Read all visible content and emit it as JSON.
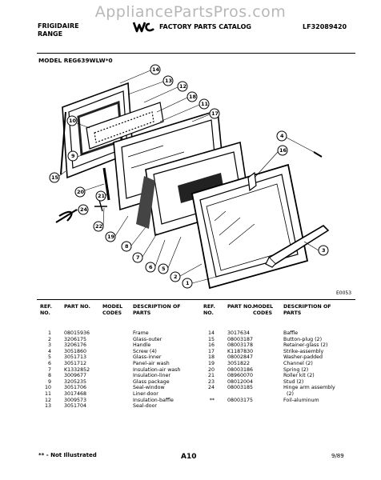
{
  "watermark": "AppliancePartsPros.com",
  "header": {
    "brand": "FRIGIDAIRE",
    "product": "RANGE",
    "catalog": "FACTORY PARTS CATALOG",
    "catalog_number": "LF32089420",
    "model": "MODEL REG639WLW*0"
  },
  "diagram": {
    "callouts": [
      "14",
      "13",
      "12",
      "18",
      "11",
      "17",
      "10",
      "9",
      "15",
      "20",
      "21",
      "24",
      "22",
      "19",
      "8",
      "7",
      "6",
      "5",
      "2",
      "1",
      "4",
      "16",
      "3"
    ],
    "drawing_code": "E0053"
  },
  "table": {
    "headers": {
      "ref": "REF. NO.",
      "part": "PART NO.",
      "model": "MODEL CODES",
      "desc": "DESCRIPTION OF PARTS"
    },
    "left": [
      {
        "ref": "1",
        "part": "08015936",
        "desc": "Frame"
      },
      {
        "ref": "2",
        "part": "3206175",
        "desc": "Glass-outer"
      },
      {
        "ref": "3",
        "part": "3206176",
        "desc": "Handle"
      },
      {
        "ref": "4",
        "part": "3051860",
        "desc": "Screw (4)"
      },
      {
        "ref": "5",
        "part": "3051713",
        "desc": "Glass-inner"
      },
      {
        "ref": "6",
        "part": "3051712",
        "desc": "Panel-air wash"
      },
      {
        "ref": "7",
        "part": "K1332852",
        "desc": "Insulation-air wash"
      },
      {
        "ref": "8",
        "part": "3009677",
        "desc": "Insulation-liner"
      },
      {
        "ref": "9",
        "part": "3205235",
        "desc": "Glass package"
      },
      {
        "ref": "10",
        "part": "3051706",
        "desc": "Seal-window"
      },
      {
        "ref": "11",
        "part": "3017468",
        "desc": "Liner-door"
      },
      {
        "ref": "12",
        "part": "3009573",
        "desc": "Insulation-baffle"
      },
      {
        "ref": "13",
        "part": "3051704",
        "desc": "Seal-door"
      }
    ],
    "right": [
      {
        "ref": "14",
        "part": "3017634",
        "desc": "Baffle"
      },
      {
        "ref": "15",
        "part": "08003187",
        "desc": "Button-plug (2)"
      },
      {
        "ref": "16",
        "part": "08003178",
        "desc": "Retainer-glass (2)"
      },
      {
        "ref": "17",
        "part": "K1187830",
        "desc": "Strike-assembly"
      },
      {
        "ref": "18",
        "part": "08002847",
        "desc": "Washer-padded"
      },
      {
        "ref": "19",
        "part": "3051822",
        "desc": "Channel (2)"
      },
      {
        "ref": "20",
        "part": "08003186",
        "desc": "Spring (2)"
      },
      {
        "ref": "21",
        "part": "08960070",
        "desc": "Roller kit (2)"
      },
      {
        "ref": "23",
        "part": "08012004",
        "desc": "Stud (2)"
      },
      {
        "ref": "24",
        "part": "08003185",
        "desc": "Hinge arm assembly"
      },
      {
        "ref": "",
        "part": "",
        "desc": "(2)"
      },
      {
        "ref": "**",
        "part": "08003175",
        "desc": "Foil-aluminum"
      }
    ]
  },
  "footer": {
    "note": "** - Not Illustrated",
    "page": "A10",
    "date": "9/89"
  }
}
